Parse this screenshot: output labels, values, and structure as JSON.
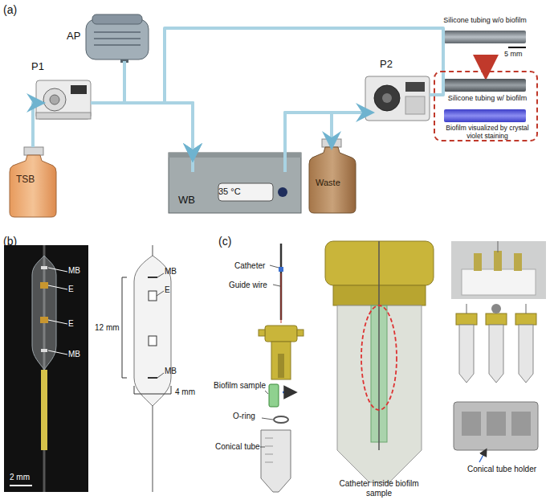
{
  "diagram": {
    "nodes": [
      {
        "text": [
          "TSB"
        ]
      },
      {
        "text": [
          "P1"
        ]
      },
      {
        "text": [
          "AP"
        ]
      },
      {
        "text": [
          "WB",
          "35 °C"
        ]
      },
      {
        "text": [
          "Waste"
        ]
      },
      {
        "text": [
          "P2"
        ]
      },
      {
        "text": [
          "Silicone tubing w/ biofilm",
          "Biofilm visualized by crystal violet staining"
        ]
      }
    ],
    "edges": [
      {
        "from": 0,
        "to": 1,
        "arrow": "to"
      },
      {
        "from": 1,
        "to": 3,
        "arrow": "to"
      },
      {
        "from": 2,
        "to": 3,
        "arrow": "to"
      },
      {
        "from": 3,
        "to": 4,
        "arrow": "to"
      },
      {
        "from": 3,
        "to": 5,
        "arrow": "to"
      },
      {
        "from": 5,
        "to": 3,
        "arrow": "to"
      }
    ],
    "labels": [
      "(a)",
      "Silicone tubing w/o biofilm",
      "5 mm",
      "(b)",
      "MB",
      "E",
      "E",
      "MB",
      "2 mm",
      "MB",
      "E",
      "MB",
      "12 mm",
      "4 mm",
      "(c)",
      "Catheter",
      "Guide wire",
      "Biofilm sample",
      "O-ring",
      "Conical tube",
      "Catheter inside biofilm sample",
      "Conical tube holder"
    ]
  }
}
